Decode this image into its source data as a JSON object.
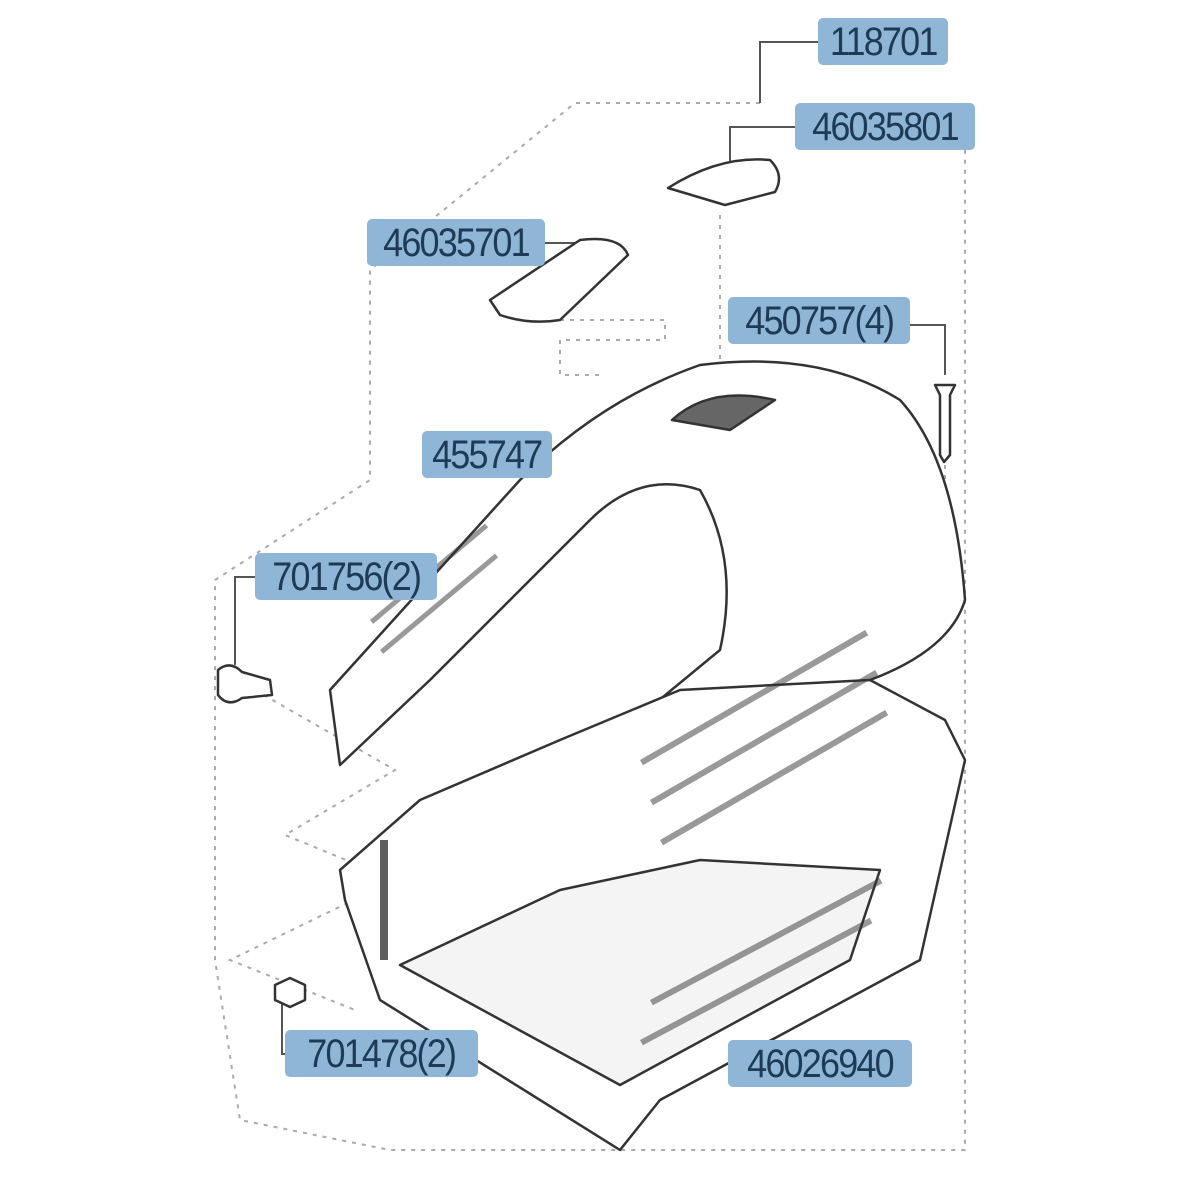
{
  "diagram": {
    "type": "exploded-parts-diagram",
    "accent_color": "#8fb6d6",
    "text_color": "#1e3a55",
    "parts": [
      {
        "id": "part-118701",
        "label": "118701"
      },
      {
        "id": "part-46035801",
        "label": "46035801"
      },
      {
        "id": "part-46035701",
        "label": "46035701"
      },
      {
        "id": "part-450757",
        "label": "450757(4)"
      },
      {
        "id": "part-455747",
        "label": "455747"
      },
      {
        "id": "part-701756",
        "label": "701756(2)"
      },
      {
        "id": "part-701478",
        "label": "701478(2)"
      },
      {
        "id": "part-46026940",
        "label": "46026940"
      }
    ]
  }
}
